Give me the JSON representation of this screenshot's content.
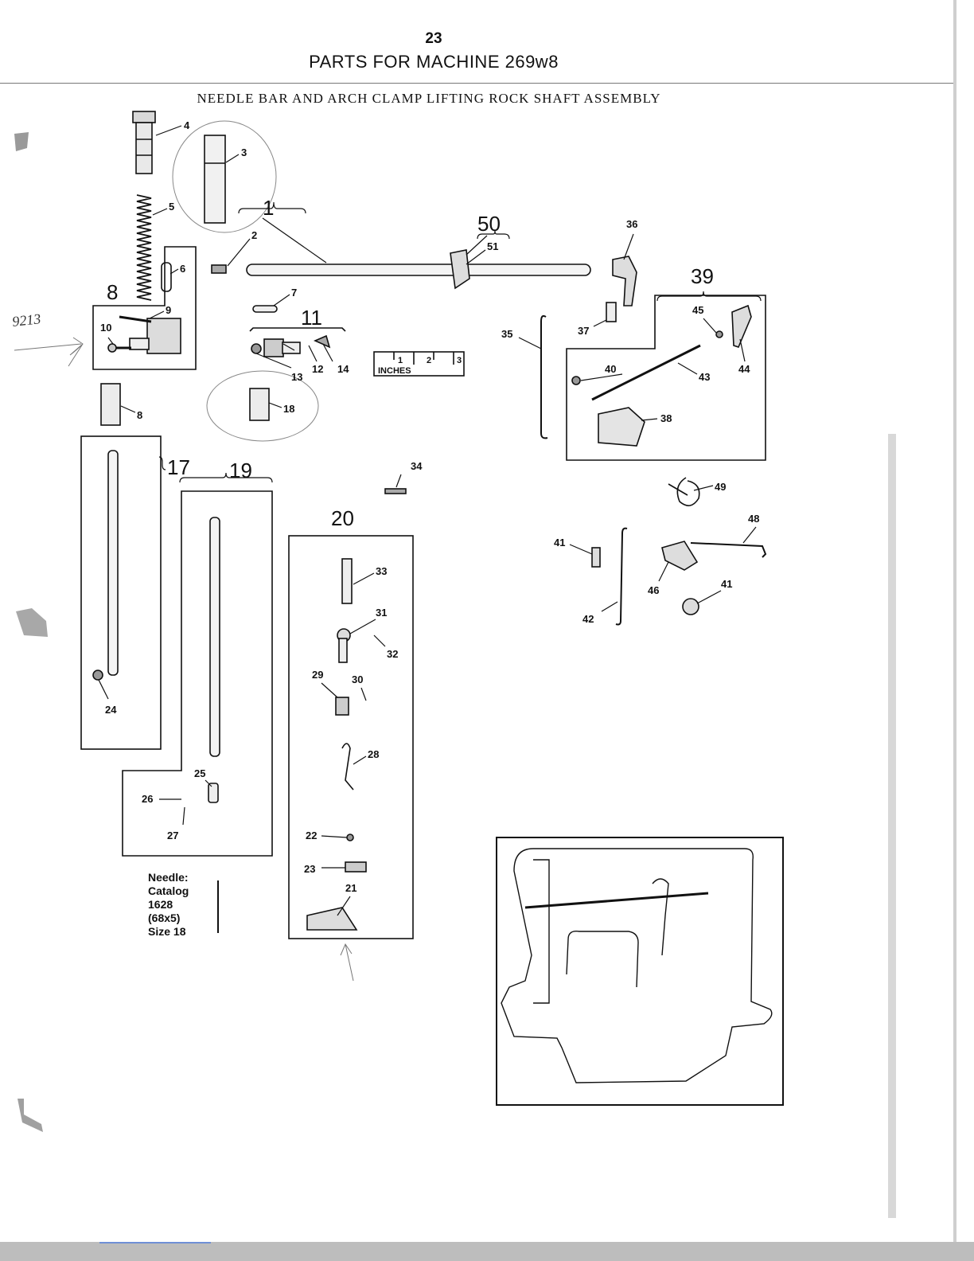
{
  "header": {
    "page_number": "23",
    "title": "PARTS FOR MACHINE 269w8",
    "subtitle": "NEEDLE BAR AND ARCH CLAMP LIFTING ROCK SHAFT ASSEMBLY"
  },
  "group_labels": [
    "1",
    "8",
    "11",
    "17",
    "19",
    "20",
    "39",
    "50"
  ],
  "part_callouts": [
    "2",
    "3",
    "4",
    "5",
    "6",
    "7",
    "8",
    "9",
    "10",
    "12",
    "13",
    "14",
    "18",
    "21",
    "22",
    "23",
    "24",
    "25",
    "26",
    "27",
    "28",
    "29",
    "30",
    "31",
    "32",
    "33",
    "34",
    "35",
    "36",
    "37",
    "38",
    "40",
    "41",
    "41",
    "42",
    "43",
    "44",
    "45",
    "46",
    "48",
    "49",
    "51"
  ],
  "ruler": {
    "unit_label": "INCHES",
    "ticks": [
      "1",
      "2",
      "3"
    ]
  },
  "needle_note": {
    "lines": [
      "Needle:",
      "Catalog",
      "1628",
      "(68x5)",
      "Size 18"
    ]
  },
  "handwritten_note": "9213"
}
